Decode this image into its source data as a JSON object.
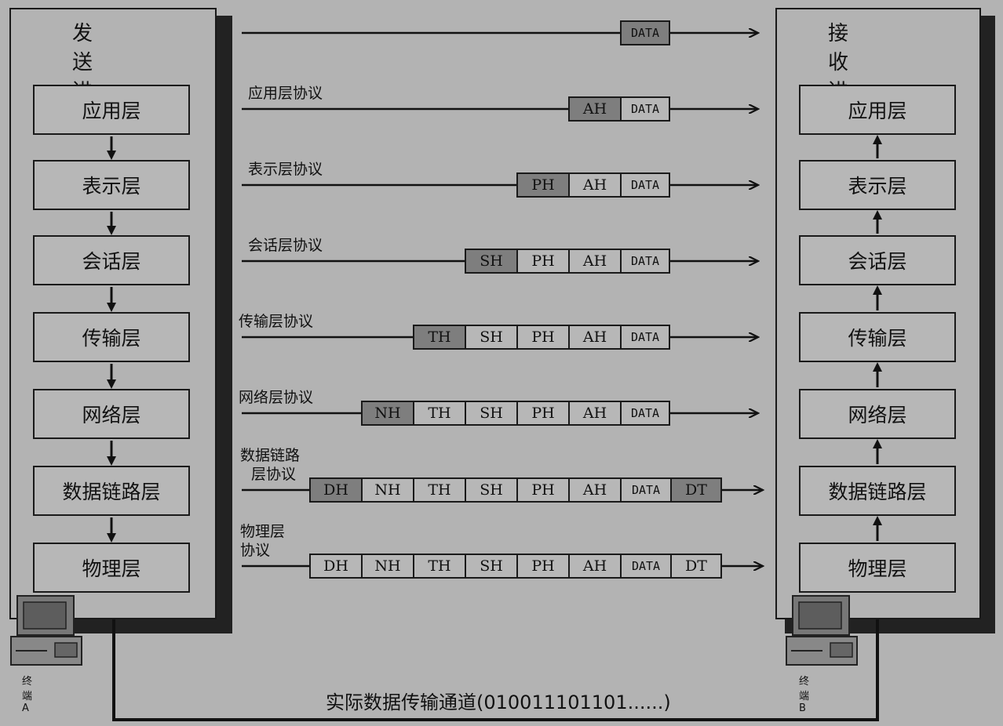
{
  "sender": {
    "title": "发送进程",
    "layers": [
      "应用层",
      "表示层",
      "会话层",
      "传输层",
      "网络层",
      "数据链路层",
      "物理层"
    ],
    "terminal": "终端A"
  },
  "receiver": {
    "title": "接收进程",
    "layers": [
      "应用层",
      "表示层",
      "会话层",
      "传输层",
      "网络层",
      "数据链路层",
      "物理层"
    ],
    "terminal": "终端B"
  },
  "protocols": [
    {
      "label": [],
      "cells": [
        "DATA"
      ],
      "highlight": [
        0
      ]
    },
    {
      "label": [
        "应用层协议"
      ],
      "cells": [
        "AH",
        "DATA"
      ],
      "highlight": [
        0
      ]
    },
    {
      "label": [
        "表示层协议"
      ],
      "cells": [
        "PH",
        "AH",
        "DATA"
      ],
      "highlight": [
        0
      ]
    },
    {
      "label": [
        "会话层协议"
      ],
      "cells": [
        "SH",
        "PH",
        "AH",
        "DATA"
      ],
      "highlight": [
        0
      ]
    },
    {
      "label": [
        "传输层协议"
      ],
      "cells": [
        "TH",
        "SH",
        "PH",
        "AH",
        "DATA"
      ],
      "highlight": [
        0
      ]
    },
    {
      "label": [
        "网络层协议"
      ],
      "cells": [
        "NH",
        "TH",
        "SH",
        "PH",
        "AH",
        "DATA"
      ],
      "highlight": [
        0
      ]
    },
    {
      "label": [
        "数据链路",
        "层协议"
      ],
      "cells": [
        "DH",
        "NH",
        "TH",
        "SH",
        "PH",
        "AH",
        "DATA",
        "DT"
      ],
      "highlight": [
        0,
        7
      ]
    },
    {
      "label": [
        "物理层",
        "协议"
      ],
      "cells": [
        "DH",
        "NH",
        "TH",
        "SH",
        "PH",
        "AH",
        "DATA",
        "DT"
      ],
      "highlight": []
    }
  ],
  "channel": {
    "label": "实际数据传输通道(010011101101......)"
  }
}
